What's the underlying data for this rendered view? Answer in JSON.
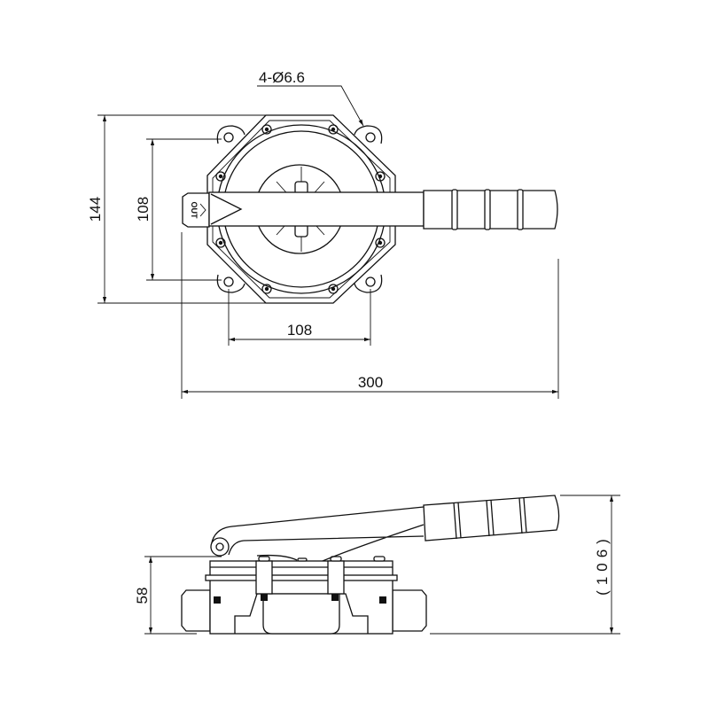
{
  "drawing": {
    "top_view": {
      "hole_callout": "4-Ø6.6",
      "dim_overall_height": "144",
      "dim_hole_spacing_vertical": "108",
      "dim_hole_spacing_horizontal": "108",
      "dim_overall_length": "300",
      "outlet_label": "OUT"
    },
    "side_view": {
      "dim_body_height": "58",
      "dim_overall_height": "(106)"
    },
    "line_color": "#111111"
  }
}
